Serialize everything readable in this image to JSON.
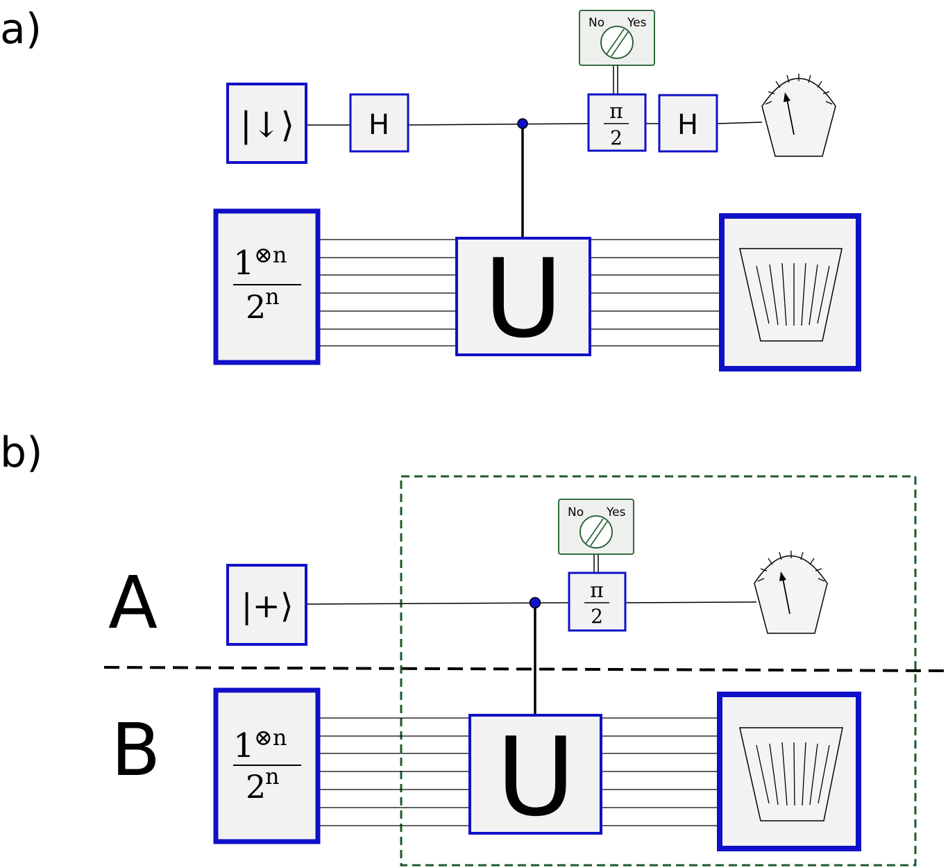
{
  "panels": {
    "a": {
      "label": "a)"
    },
    "b": {
      "label": "b)"
    }
  },
  "parties": {
    "a": "A",
    "b": "B"
  },
  "gates": {
    "spin_down": "|↓⟩",
    "plus_state": "|+⟩",
    "hadamard": "H",
    "unitary": "U",
    "phase_num": "π",
    "phase_den": "2",
    "mixed_num": "1",
    "mixed_sup": "⊗n",
    "mixed_den": "2",
    "mixed_den_sup": "n"
  },
  "switch": {
    "no": "No",
    "yes": "Yes"
  },
  "colors": {
    "gate_border": "#1010c8",
    "gate_fill": "#f2f2f2",
    "switch_border": "#1e5a2a",
    "switch_fill": "#eef0ee",
    "dashed_box": "#1e5a2a",
    "wire": "#000000"
  }
}
